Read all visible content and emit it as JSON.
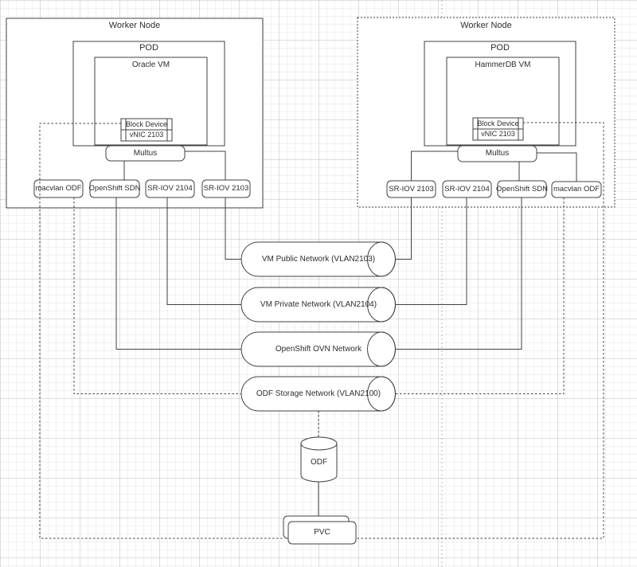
{
  "left_node": {
    "title": "Worker Node",
    "pod_label": "POD",
    "vm_label": "Oracle VM",
    "block_device_label": "Block Device",
    "vnic_label": "vNIC 2103",
    "multus_label": "Multus",
    "nics": [
      "macvlan ODF",
      "OpenShift SDN",
      "SR-IOV 2104",
      "SR-IOV 2103"
    ]
  },
  "right_node": {
    "title": "Worker Node",
    "pod_label": "POD",
    "vm_label": "HammerDB VM",
    "block_device_label": "Block Device",
    "vnic_label": "vNIC 2103",
    "multus_label": "Multus",
    "nics": [
      "SR-IOV 2103",
      "SR-IOV 2104",
      "OpenShift SDN",
      "macvlan ODF"
    ]
  },
  "networks": [
    {
      "label": "VM Public Network (VLAN2103)"
    },
    {
      "label": "VM Private Network (VLAN2104)"
    },
    {
      "label": "OpenShift OVN Network"
    },
    {
      "label": "ODF Storage Network (VLAN2100)"
    }
  ],
  "storage": {
    "odf_label": "ODF",
    "pvc_label": "PVC"
  },
  "colors": {
    "stroke": "#404040",
    "fill": "#ffffff",
    "page_break": "#b3b3b3",
    "text": "#2e2e2e"
  }
}
